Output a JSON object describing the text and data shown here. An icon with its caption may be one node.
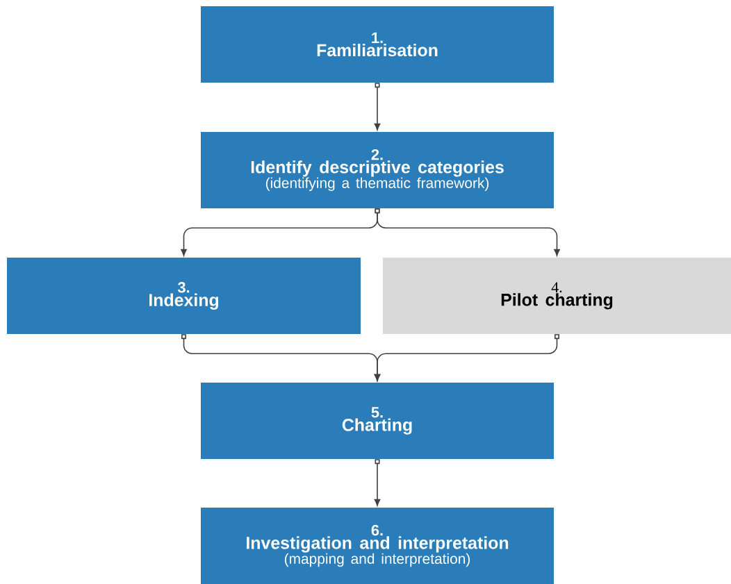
{
  "diagram": {
    "nodes": [
      {
        "text": [
          "1.",
          "Familiarisation"
        ]
      },
      {
        "text": [
          "2.",
          "Identify descriptive categories",
          "(identifying a thematic framework)"
        ]
      },
      {
        "text": [
          "3.",
          "Indexing"
        ]
      },
      {
        "text": [
          "4.",
          "Pilot charting"
        ]
      },
      {
        "text": [
          "5.",
          "Charting"
        ]
      },
      {
        "text": [
          "6.",
          "Investigation and interpretation",
          "(mapping and interpretation)"
        ]
      }
    ],
    "edges": [
      {
        "from": 0,
        "to": 1,
        "arrow": "to"
      },
      {
        "from": 1,
        "to": 2,
        "arrow": "to"
      },
      {
        "from": 1,
        "to": 3,
        "arrow": "to"
      },
      {
        "from": 2,
        "to": 4,
        "arrow": "to"
      },
      {
        "from": 3,
        "to": 4,
        "arrow": "to"
      },
      {
        "from": 4,
        "to": 5,
        "arrow": "to"
      }
    ]
  }
}
